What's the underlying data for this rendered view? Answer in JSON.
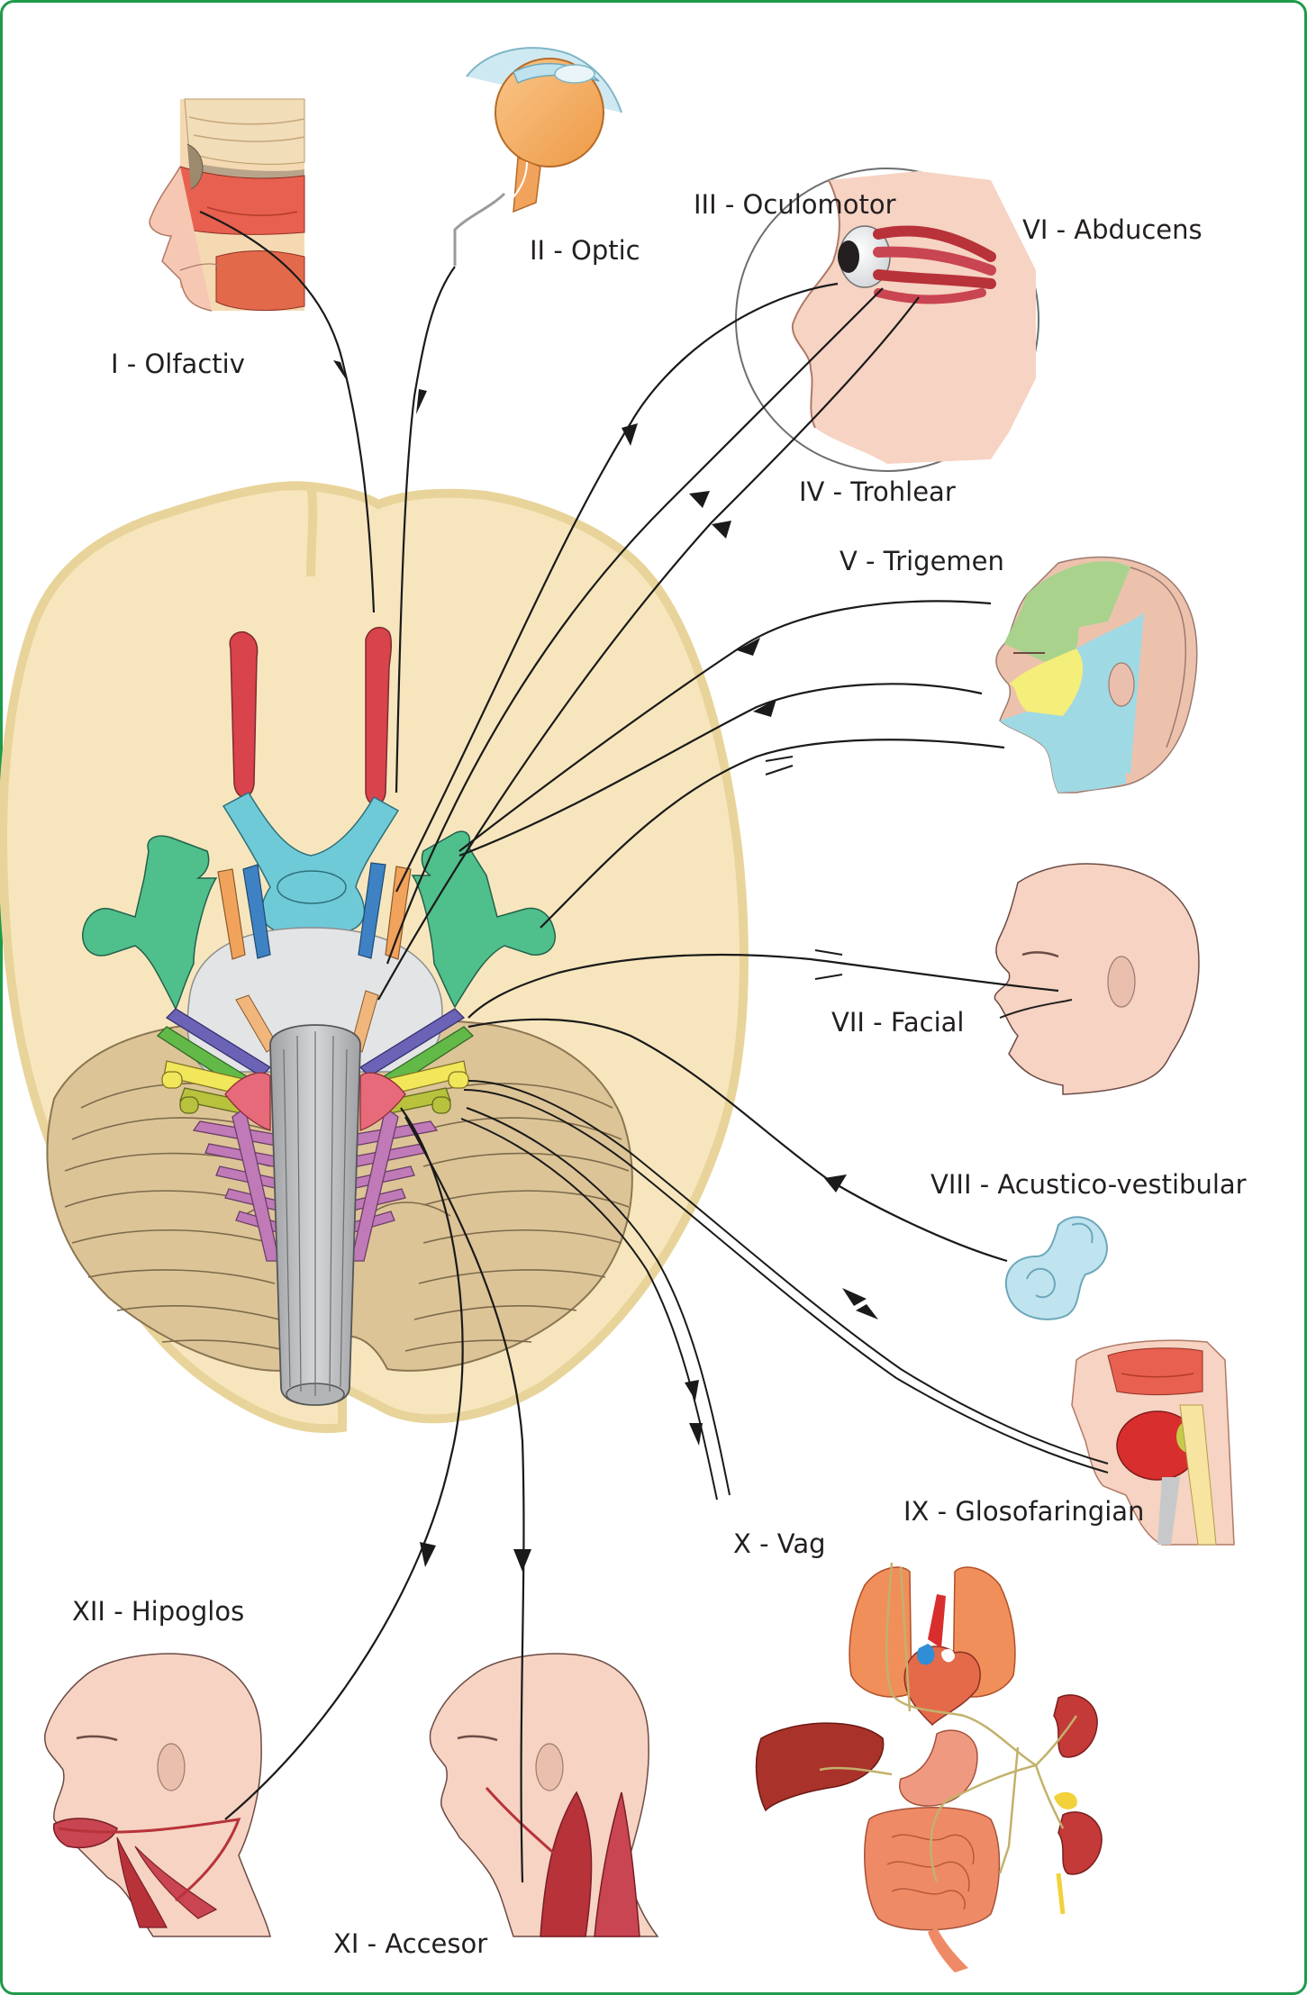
{
  "labels": {
    "n1": "I - Olfactiv",
    "n2": "II - Optic",
    "n3": "III - Oculomotor",
    "n4": "IV - Trohlear",
    "n5": "V - Trigemen",
    "n6": "VI - Abducens",
    "n7": "VII - Facial",
    "n8": "VIII - Acustico-vestibular",
    "n9": "IX - Glosofaringian",
    "n10": "X - Vag",
    "n11": "XI - Accesor",
    "n12": "XII - Hipoglos"
  },
  "colors": {
    "frame": "#1f9a4a",
    "brain": "#f7e6bd",
    "brain_outline": "#e8d49a",
    "cerebellum": "#dcc497",
    "olfactory": "#d9434b",
    "optic": "#6fcad8",
    "trigeminal": "#4fbf8c",
    "brainstem": "#c7c8ca",
    "pons": "#e3e4e5",
    "oculomotor": "#f2a35b",
    "trochlear": "#3e82c4",
    "abducens": "#6b63b5",
    "facial": "#63b948",
    "vestibulocochlear": "#f2e65a",
    "glossopharyngeal": "#b8c23d",
    "vagus": "#c07ab8",
    "skin": "#f6d3c2",
    "muscle": "#b8323a"
  },
  "icons": [
    "nose-section-icon",
    "eye-icon",
    "eye-muscles-icon",
    "head-dermatome-icon",
    "head-profile-icon",
    "inner-ear-icon",
    "throat-section-icon",
    "viscera-icon",
    "tongue-head-icon",
    "neck-muscle-head-icon"
  ]
}
